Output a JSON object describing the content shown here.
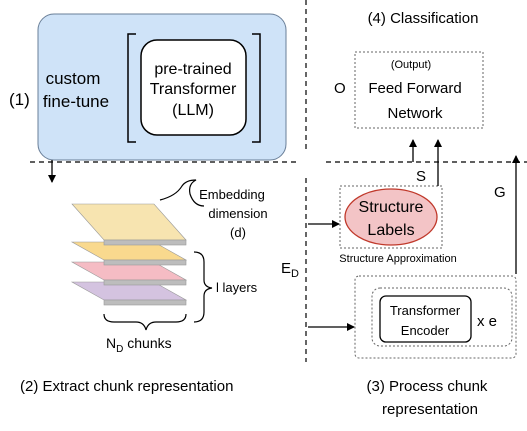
{
  "stage1": {
    "number": "(1)",
    "custom_line1": "custom",
    "custom_line2": "fine-tune",
    "llm_line1": "pre-trained",
    "llm_line2": "Transformer",
    "llm_line3": "(LLM)",
    "panel_color": "#cfe3f8"
  },
  "stage2": {
    "caption": "(2) Extract chunk representation",
    "embedding_line1": "Embedding",
    "embedding_line2": "dimension",
    "embedding_line3": "(d)",
    "layers": "l layers",
    "chunks_base": "N",
    "chunks_sub": "D",
    "chunks_rest": " chunks",
    "layer_colors": [
      "#f7e4b0",
      "#f9d98e",
      "#f5bcc4",
      "#d4c3e0"
    ]
  },
  "stage3": {
    "caption_line1": "(3)  Process chunk",
    "caption_line2": "representation",
    "encoder_line1": "Transformer",
    "encoder_line2": "Encoder",
    "repeat": "x e",
    "structure_line1": "Structure",
    "structure_line2": "Labels",
    "structure_caption": "Structure Approximation",
    "structure_color": "#f3c4c6",
    "structure_border": "#c0392b"
  },
  "stage4": {
    "title": "(4)  Classification",
    "output_label": "(Output)",
    "ffn_line1": "Feed Forward",
    "ffn_line2": "Network",
    "o_label": "O"
  },
  "arrows": {
    "ed_base": "E",
    "ed_sub": "D",
    "s_label": "S",
    "g_label": "G"
  }
}
